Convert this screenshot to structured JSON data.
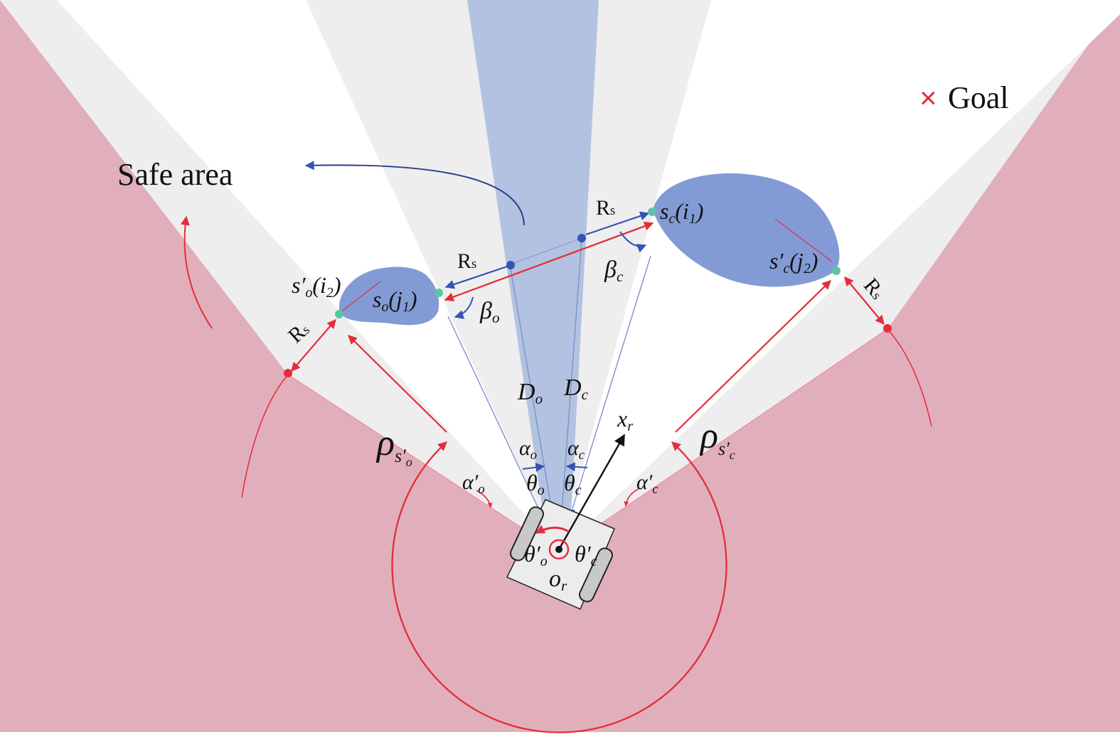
{
  "legend": {
    "goal_marker": "×",
    "goal_label": "Goal"
  },
  "safe_area_label": "Safe area",
  "labels": {
    "rs": "R",
    "rs_sub": "s",
    "sc_i1": "s",
    "sc_i1_sub": "c",
    "sc_i1_arg": "(i",
    "sc_i1_arg_sub": "1",
    "sc_i1_close": ")",
    "scp_j2": "s′",
    "scp_j2_sub": "c",
    "scp_j2_arg": "(j",
    "scp_j2_arg_sub": "2",
    "scp_j2_close": ")",
    "so_j1": "s",
    "so_j1_sub": "o",
    "so_j1_arg": "(j",
    "so_j1_arg_sub": "1",
    "so_j1_close": ")",
    "sop_i2": "s′",
    "sop_i2_sub": "o",
    "sop_i2_arg": "(i",
    "sop_i2_arg_sub": "2",
    "sop_i2_close": ")",
    "beta": "β",
    "beta_c_sub": "c",
    "beta_o_sub": "o",
    "D": "D",
    "D_o_sub": "o",
    "D_c_sub": "c",
    "rho": "ρ",
    "rho_o_sub": "s′",
    "rho_o_subsub": "o",
    "rho_c_sub": "s′",
    "rho_c_subsub": "c",
    "alpha": "α",
    "alpha_o_sub": "o",
    "alpha_c_sub": "c",
    "alphap": "α′",
    "alphap_o_sub": "o",
    "alphap_c_sub": "c",
    "theta": "θ",
    "theta_o_sub": "o",
    "theta_c_sub": "c",
    "thetap": "θ′",
    "thetap_o_sub": "o",
    "thetap_c_sub": "c",
    "x": "x",
    "x_sub": "r",
    "o": "o",
    "o_sub": "r"
  },
  "colors": {
    "danger": "#e1afbc",
    "free": "#eeeeee",
    "background": "#ffffff",
    "beam": "#b3c2e0",
    "obstacle": "#839bd5",
    "red": "#e42d3a",
    "blue": "#3454b4",
    "cyan": "#5cc4a6"
  }
}
